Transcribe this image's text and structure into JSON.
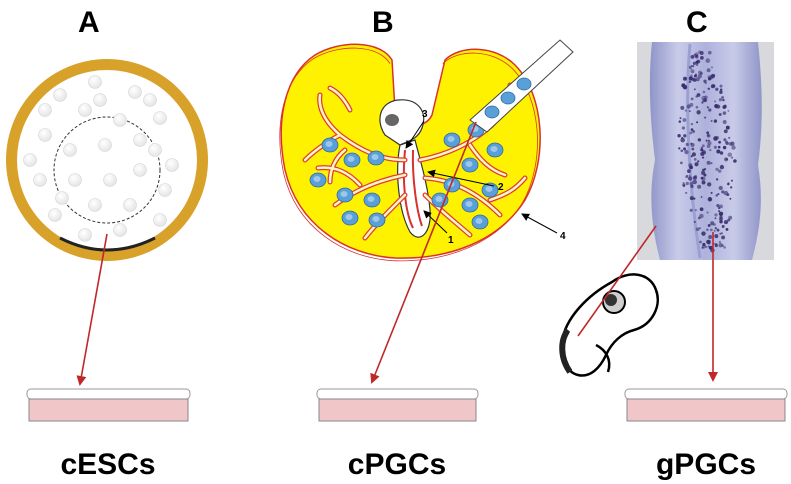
{
  "panels": [
    {
      "letter": "A",
      "label": "cESCs"
    },
    {
      "letter": "B",
      "label": "cPGCs"
    },
    {
      "letter": "C",
      "label": "gPGCs"
    }
  ],
  "callouts": [
    "1",
    "2",
    "3",
    "4"
  ],
  "colors": {
    "arrow": "#c0282a",
    "ring": "#d8a22a",
    "yolk": "#fff200",
    "vessel": "#e03a3a",
    "cell": "#5aa0d8",
    "dish": "#f1c6c8",
    "embryo_tissue": "#b9bde0",
    "stain": "#3a2e6e"
  }
}
